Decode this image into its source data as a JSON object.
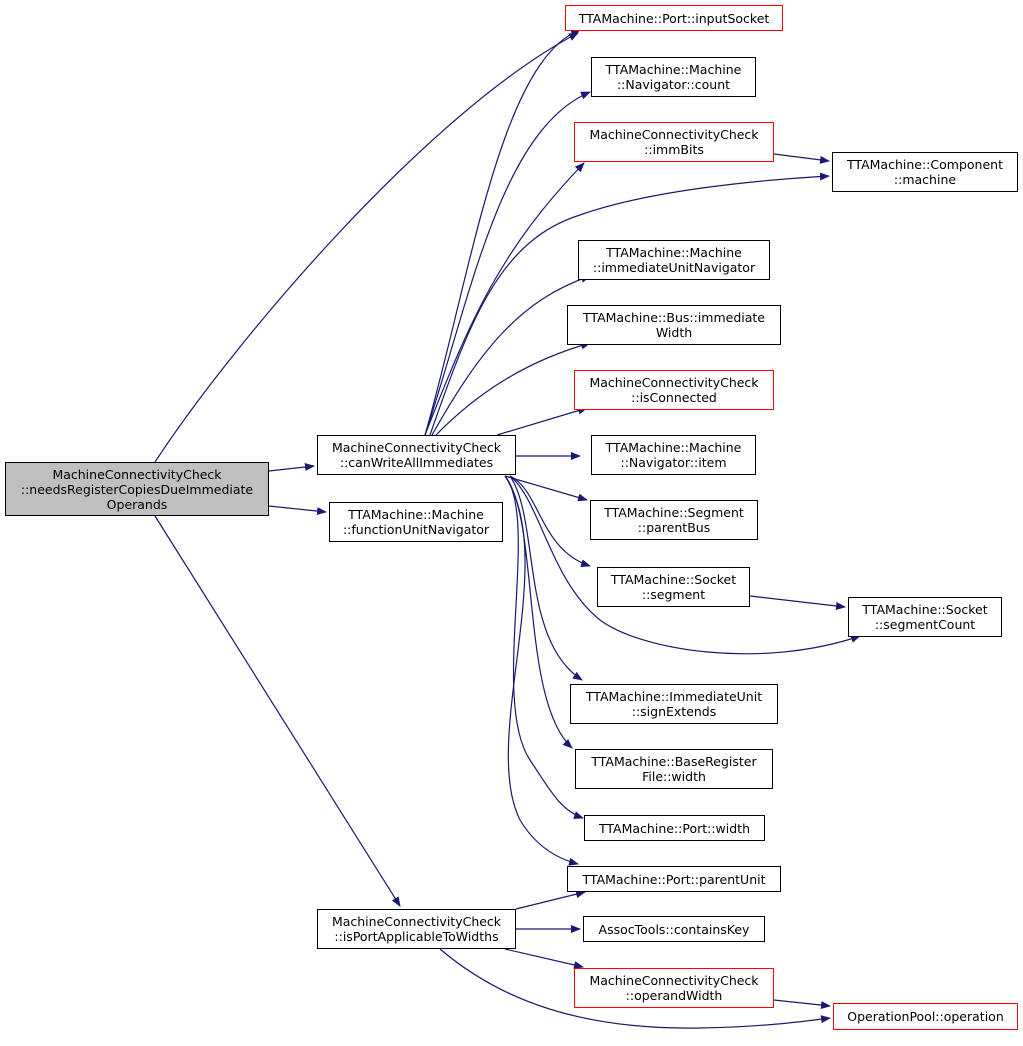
{
  "colors": {
    "edge": "#191970",
    "node_border": "#000000",
    "node_border_incomplete": "#ff0000",
    "root_fill": "#bfbfbf"
  },
  "nodes": [
    {
      "id": "root",
      "lines": [
        "MachineConnectivityCheck",
        "::needsRegisterCopiesDueImmediate",
        "Operands"
      ],
      "style": "root"
    },
    {
      "id": "canWriteAllImmediates",
      "lines": [
        "MachineConnectivityCheck",
        "::canWriteAllImmediates"
      ],
      "style": "normal"
    },
    {
      "id": "functionUnitNavigator",
      "lines": [
        "TTAMachine::Machine",
        "::functionUnitNavigator"
      ],
      "style": "normal"
    },
    {
      "id": "isPortApplicableToWidths",
      "lines": [
        "MachineConnectivityCheck",
        "::isPortApplicableToWidths"
      ],
      "style": "normal"
    },
    {
      "id": "inputSocket",
      "lines": [
        "TTAMachine::Port::inputSocket"
      ],
      "style": "red"
    },
    {
      "id": "navigatorCount",
      "lines": [
        "TTAMachine::Machine",
        "::Navigator::count"
      ],
      "style": "normal"
    },
    {
      "id": "immBits",
      "lines": [
        "MachineConnectivityCheck",
        "::immBits"
      ],
      "style": "red"
    },
    {
      "id": "componentMachine",
      "lines": [
        "TTAMachine::Component",
        "::machine"
      ],
      "style": "normal"
    },
    {
      "id": "immediateUnitNavigator",
      "lines": [
        "TTAMachine::Machine",
        "::immediateUnitNavigator"
      ],
      "style": "normal"
    },
    {
      "id": "busImmediateWidth",
      "lines": [
        "TTAMachine::Bus::immediate",
        "Width"
      ],
      "style": "normal"
    },
    {
      "id": "isConnected",
      "lines": [
        "MachineConnectivityCheck",
        "::isConnected"
      ],
      "style": "red"
    },
    {
      "id": "navigatorItem",
      "lines": [
        "TTAMachine::Machine",
        "::Navigator::item"
      ],
      "style": "normal"
    },
    {
      "id": "parentBus",
      "lines": [
        "TTAMachine::Segment",
        "::parentBus"
      ],
      "style": "normal"
    },
    {
      "id": "socketSegment",
      "lines": [
        "TTAMachine::Socket",
        "::segment"
      ],
      "style": "normal"
    },
    {
      "id": "segmentCount",
      "lines": [
        "TTAMachine::Socket",
        "::segmentCount"
      ],
      "style": "normal"
    },
    {
      "id": "signExtends",
      "lines": [
        "TTAMachine::ImmediateUnit",
        "::signExtends"
      ],
      "style": "normal"
    },
    {
      "id": "baseRegisterFileWidth",
      "lines": [
        "TTAMachine::BaseRegister",
        "File::width"
      ],
      "style": "normal"
    },
    {
      "id": "portWidth",
      "lines": [
        "TTAMachine::Port::width"
      ],
      "style": "normal"
    },
    {
      "id": "parentUnit",
      "lines": [
        "TTAMachine::Port::parentUnit"
      ],
      "style": "normal"
    },
    {
      "id": "containsKey",
      "lines": [
        "AssocTools::containsKey"
      ],
      "style": "normal"
    },
    {
      "id": "operandWidth",
      "lines": [
        "MachineConnectivityCheck",
        "::operandWidth"
      ],
      "style": "red"
    },
    {
      "id": "operation",
      "lines": [
        "OperationPool::operation"
      ],
      "style": "red"
    }
  ],
  "edges": [
    [
      "root",
      "inputSocket"
    ],
    [
      "root",
      "canWriteAllImmediates"
    ],
    [
      "root",
      "functionUnitNavigator"
    ],
    [
      "root",
      "isPortApplicableToWidths"
    ],
    [
      "canWriteAllImmediates",
      "inputSocket"
    ],
    [
      "canWriteAllImmediates",
      "navigatorCount"
    ],
    [
      "canWriteAllImmediates",
      "immBits"
    ],
    [
      "canWriteAllImmediates",
      "componentMachine"
    ],
    [
      "canWriteAllImmediates",
      "immediateUnitNavigator"
    ],
    [
      "canWriteAllImmediates",
      "busImmediateWidth"
    ],
    [
      "canWriteAllImmediates",
      "isConnected"
    ],
    [
      "canWriteAllImmediates",
      "navigatorItem"
    ],
    [
      "canWriteAllImmediates",
      "parentBus"
    ],
    [
      "canWriteAllImmediates",
      "socketSegment"
    ],
    [
      "canWriteAllImmediates",
      "segmentCount"
    ],
    [
      "canWriteAllImmediates",
      "signExtends"
    ],
    [
      "canWriteAllImmediates",
      "baseRegisterFileWidth"
    ],
    [
      "canWriteAllImmediates",
      "portWidth"
    ],
    [
      "canWriteAllImmediates",
      "parentUnit"
    ],
    [
      "immBits",
      "componentMachine"
    ],
    [
      "socketSegment",
      "segmentCount"
    ],
    [
      "isPortApplicableToWidths",
      "parentUnit"
    ],
    [
      "isPortApplicableToWidths",
      "containsKey"
    ],
    [
      "isPortApplicableToWidths",
      "operandWidth"
    ],
    [
      "isPortApplicableToWidths",
      "operation"
    ],
    [
      "operandWidth",
      "operation"
    ]
  ]
}
